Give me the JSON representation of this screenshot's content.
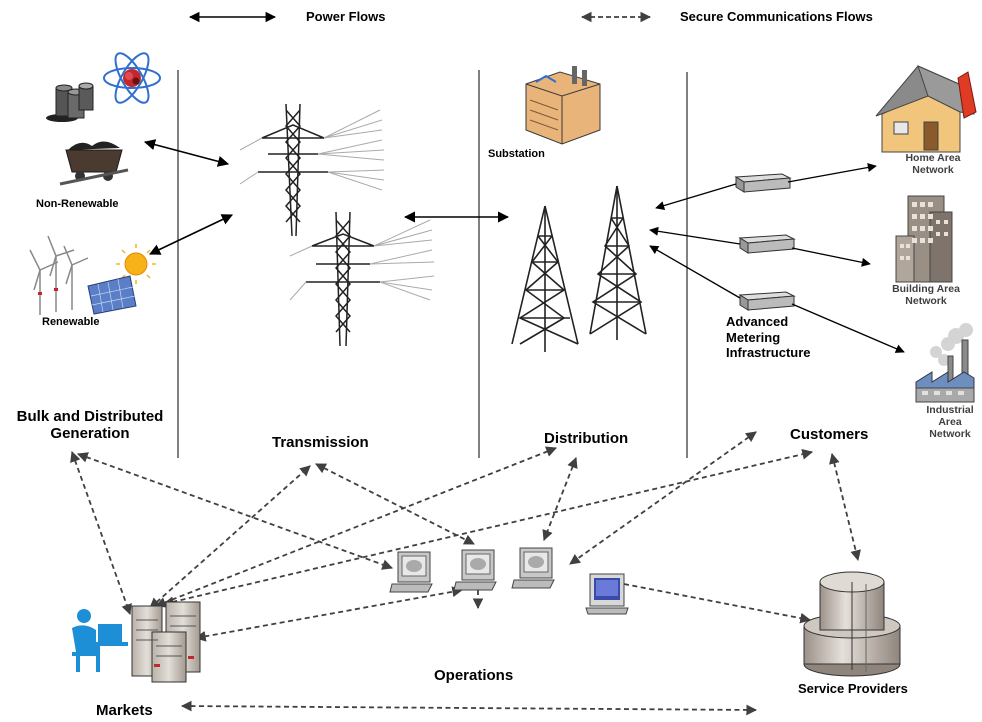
{
  "legend": {
    "power_flows": "Power Flows",
    "secure_comm_flows": "Secure Communications Flows"
  },
  "sections": {
    "bulk_generation": "Bulk and Distributed\nGeneration",
    "transmission": "Transmission",
    "distribution": "Distribution",
    "customers": "Customers",
    "operations": "Operations",
    "markets": "Markets",
    "service_providers": "Service Providers"
  },
  "labels": {
    "non_renewable": "Non-Renewable",
    "renewable": "Renewable",
    "substation": "Substation",
    "ami": "Advanced\nMetering\nInfrastructure",
    "home_area_network": "Home Area\nNetwork",
    "building_area_network": "Building Area\nNetwork",
    "industrial_area_network": "Industrial\nArea\nNetwork"
  },
  "colors": {
    "line": "#000000",
    "dashed": "#404040",
    "house_wall": "#f2c57c",
    "house_roof": "#8a8a8a",
    "chimney": "#e03b24",
    "building": "#9a8f85",
    "server": "#c9c3bb",
    "screen": "#d8d8d8",
    "monitor_blue": "#3a4aa8",
    "person": "#1c8fd6",
    "sun": "#f7b21a",
    "factory": "#6c8fc0",
    "substation_wall": "#e8b47a"
  }
}
